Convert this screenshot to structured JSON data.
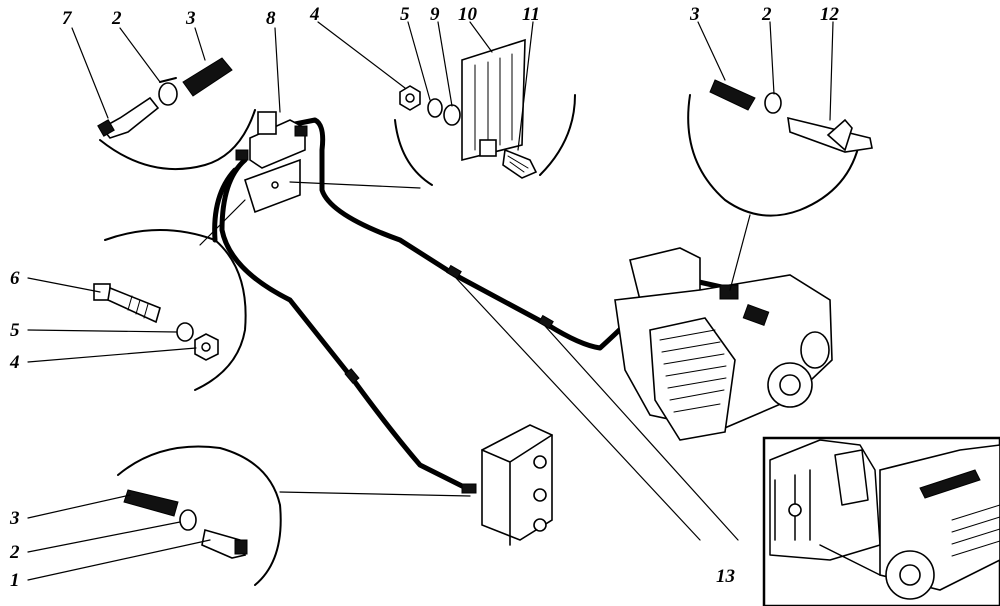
{
  "labels": {
    "l1": "1",
    "l2a": "2",
    "l2b": "2",
    "l2c": "2",
    "l3a": "3",
    "l3b": "3",
    "l3c": "3",
    "l4a": "4",
    "l4b": "4",
    "l5a": "5",
    "l5b": "5",
    "l6": "6",
    "l7": "7",
    "l8": "8",
    "l9": "9",
    "l10": "10",
    "l11": "11",
    "l12": "12",
    "l13": "13"
  },
  "colors": {
    "ink": "#000000",
    "paper": "#ffffff"
  }
}
